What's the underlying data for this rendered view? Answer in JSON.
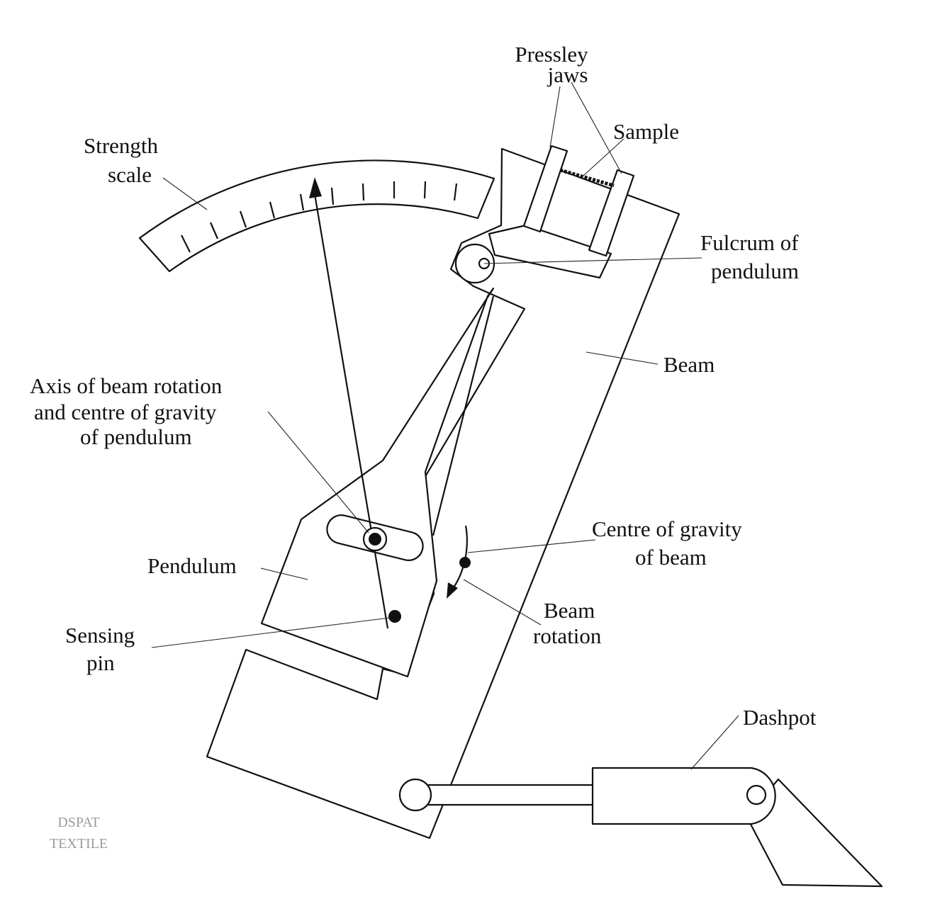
{
  "labels": {
    "pressley_jaws": [
      "Pressley",
      "jaws"
    ],
    "sample": "Sample",
    "strength_scale": [
      "Strength",
      "scale"
    ],
    "fulcrum": [
      "Fulcrum of",
      "pendulum"
    ],
    "beam": "Beam",
    "axis": [
      "Axis of beam rotation",
      "and centre of gravity",
      "of pendulum"
    ],
    "cog_beam": [
      "Centre of gravity",
      "of beam"
    ],
    "pendulum": "Pendulum",
    "sensing_pin": [
      "Sensing",
      "pin"
    ],
    "beam_rotation": [
      "Beam",
      "rotation"
    ],
    "dashpot": "Dashpot"
  },
  "watermark": [
    "DSPAT",
    "TEXTILE"
  ],
  "colors": {
    "ink": "#111111",
    "watermark": "#9a9a9a",
    "background": "#ffffff"
  }
}
